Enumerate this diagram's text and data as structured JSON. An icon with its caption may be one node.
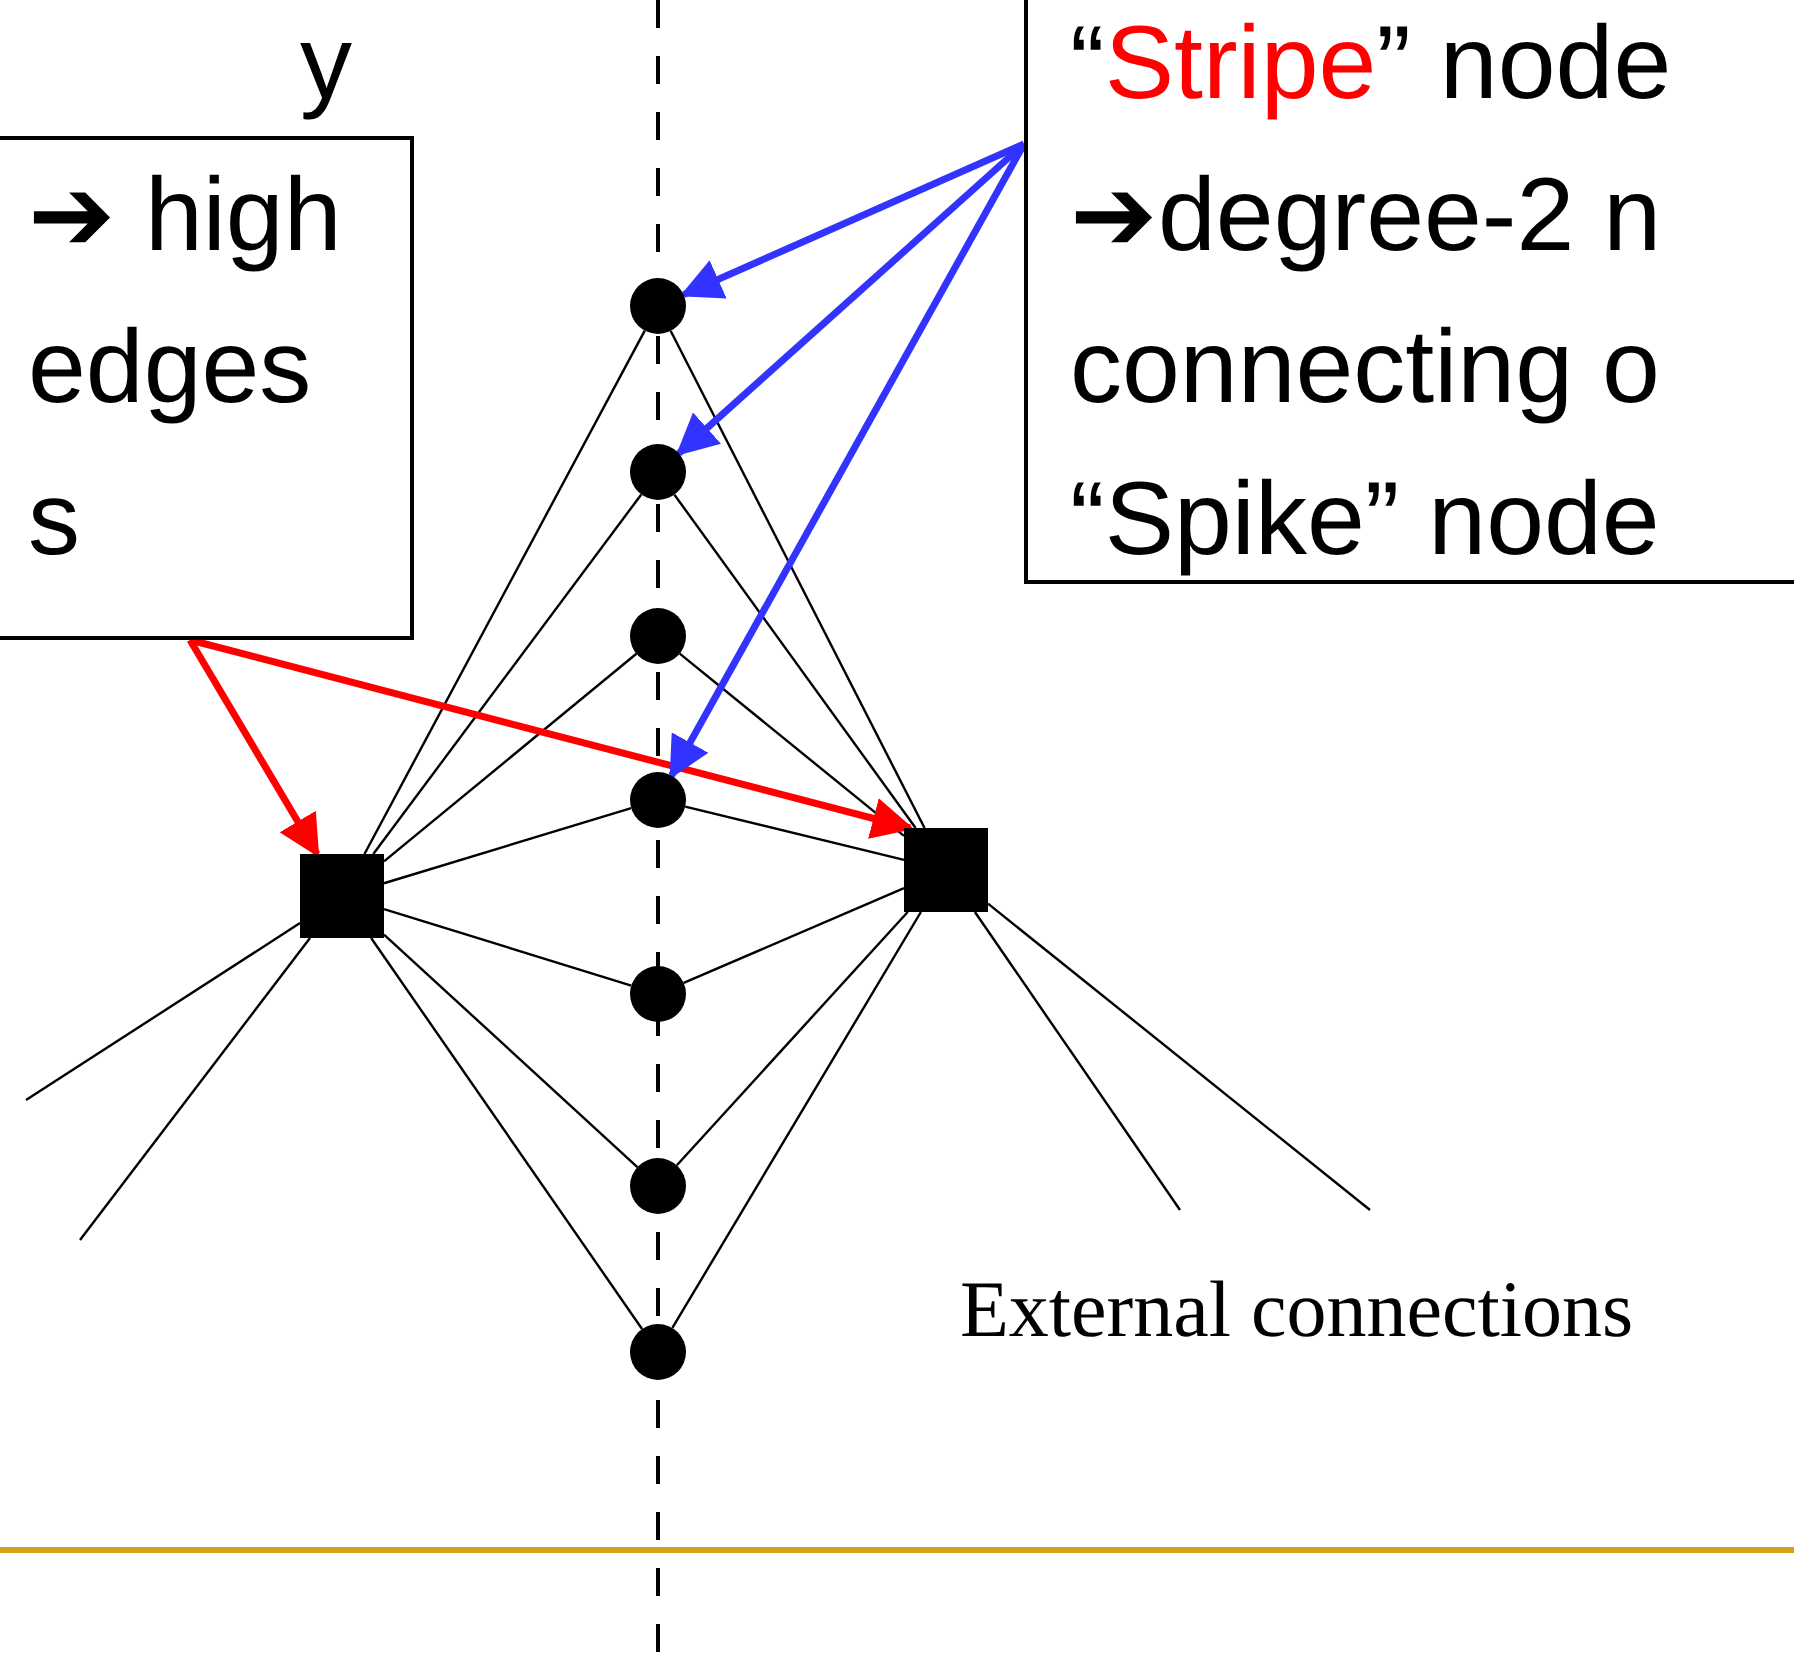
{
  "diagram": {
    "nodes": [
      {
        "text": [
          "➔ high edges s"
        ]
      },
      {
        "text": [
          "“",
          "Stripe",
          "” node",
          "➔degree-2 n",
          "connecting o",
          "“Spike” node"
        ]
      },
      {
        "text": [],
        "shape": "circle"
      },
      {
        "text": [],
        "shape": "circle"
      },
      {
        "text": [],
        "shape": "circle"
      },
      {
        "text": [],
        "shape": "circle"
      },
      {
        "text": [],
        "shape": "circle"
      },
      {
        "text": [],
        "shape": "circle"
      },
      {
        "text": [],
        "shape": "circle"
      },
      {
        "text": [],
        "shape": "box"
      },
      {
        "text": [],
        "shape": "box"
      }
    ],
    "edges": [
      {
        "from": 9,
        "to": 2,
        "arrow": "none"
      },
      {
        "from": 10,
        "to": 2,
        "arrow": "none"
      },
      {
        "from": 9,
        "to": 3,
        "arrow": "none"
      },
      {
        "from": 10,
        "to": 3,
        "arrow": "none"
      },
      {
        "from": 9,
        "to": 4,
        "arrow": "none"
      },
      {
        "from": 10,
        "to": 4,
        "arrow": "none"
      },
      {
        "from": 9,
        "to": 5,
        "arrow": "none"
      },
      {
        "from": 10,
        "to": 5,
        "arrow": "none"
      },
      {
        "from": 9,
        "to": 6,
        "arrow": "none"
      },
      {
        "from": 10,
        "to": 6,
        "arrow": "none"
      },
      {
        "from": 9,
        "to": 7,
        "arrow": "none"
      },
      {
        "from": 10,
        "to": 7,
        "arrow": "none"
      },
      {
        "from": 9,
        "to": 8,
        "arrow": "none"
      },
      {
        "from": 10,
        "to": 8,
        "arrow": "none"
      },
      {
        "from": 9,
        "to": null,
        "arrow": "none"
      },
      {
        "from": 9,
        "to": null,
        "arrow": "none"
      },
      {
        "from": 10,
        "to": null,
        "arrow": "none"
      },
      {
        "from": 10,
        "to": null,
        "arrow": "none"
      },
      {
        "from": 0,
        "to": 9,
        "arrow": "to",
        "style": "thick",
        "color": "#ff0000"
      },
      {
        "from": 0,
        "to": 10,
        "arrow": "to",
        "style": "thick",
        "color": "#ff0000"
      },
      {
        "from": 1,
        "to": 2,
        "arrow": "to",
        "style": "thick",
        "color": "#3333ff"
      },
      {
        "from": 1,
        "to": 3,
        "arrow": "to",
        "style": "thick",
        "color": "#3333ff"
      },
      {
        "from": 1,
        "to": 5,
        "arrow": "to",
        "style": "thick",
        "color": "#3333ff"
      }
    ],
    "labels": [
      "y",
      "External connections"
    ]
  }
}
